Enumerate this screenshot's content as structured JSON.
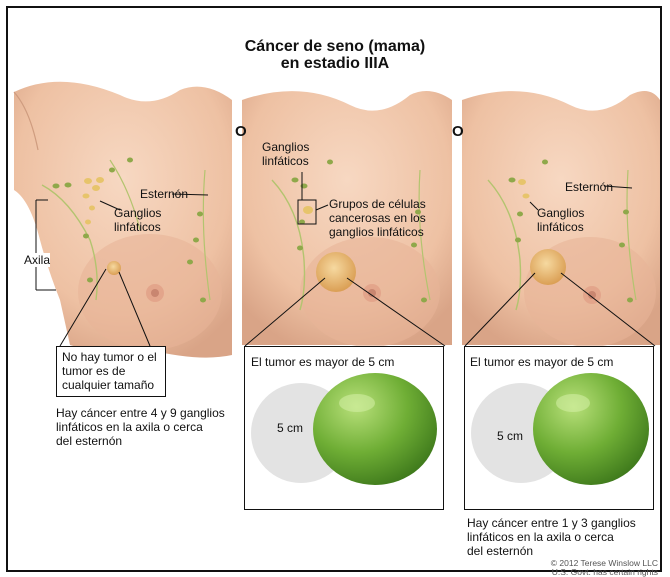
{
  "title_line1": "Cáncer de seno (mama)",
  "title_line2": "en estadio IIIA",
  "or_label": "O",
  "panel1": {
    "sternum": "Esternón",
    "nodes_line1": "Ganglios",
    "nodes_line2": "linfáticos",
    "axilla": "Axila",
    "tumor_box": [
      "No hay tumor o el",
      "tumor es de",
      "cualquier tamaño"
    ],
    "note": [
      "Hay cáncer entre 4 y 9 ganglios",
      "linfáticos en la axila o cerca",
      "del esternón"
    ]
  },
  "panel2": {
    "nodes_line1": "Ganglios",
    "nodes_line2": "linfáticos",
    "clusters": [
      "Grupos de células",
      "cancerosas en los",
      "ganglios linfáticos"
    ],
    "size_header": "El tumor es mayor de 5 cm",
    "circle_label": "5 cm"
  },
  "panel3": {
    "sternum": "Esternón",
    "nodes_line1": "Ganglios",
    "nodes_line2": "linfáticos",
    "size_header": "El tumor es mayor de 5 cm",
    "circle_label": "5 cm",
    "note": [
      "Hay cáncer entre 1 y 3 ganglios",
      "linfáticos en la axila o cerca",
      "del esternón"
    ]
  },
  "credit_line1": "© 2012 Terese Winslow LLC",
  "credit_line2": "U.S. Govt. has certain rights",
  "colors": {
    "skin": "#efc5a8",
    "skin_shadow": "#d49f82",
    "node": "#8fa84a",
    "tumor": "#e9b46a",
    "lime": "#6fae35",
    "circle": "#e3e3e3"
  }
}
